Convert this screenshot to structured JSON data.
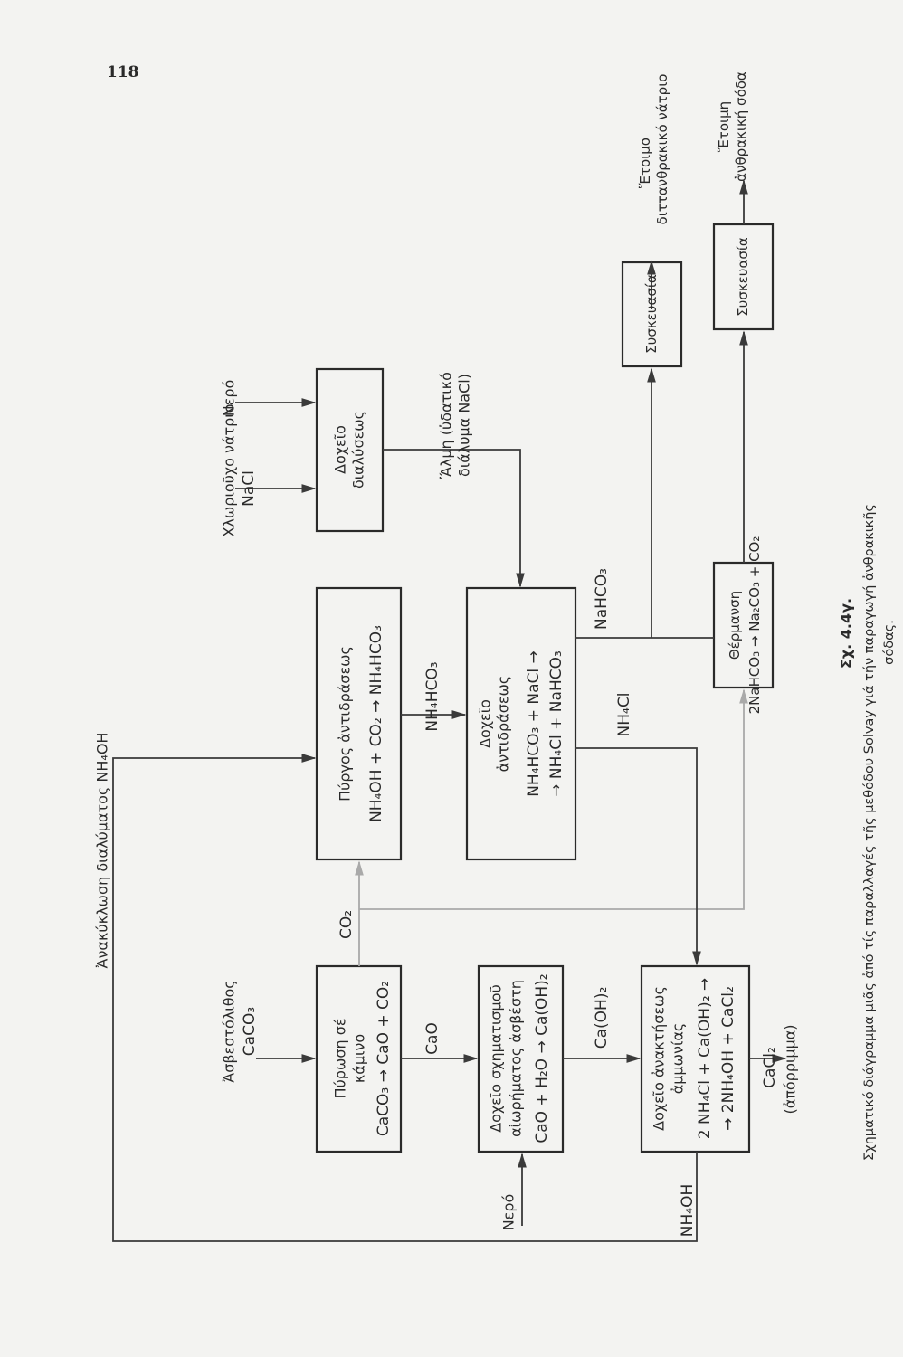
{
  "page_number": "118",
  "diagram": {
    "recycle_label": "Ἀνακύκλωση διαλύματος NH₄OH",
    "limestone_label": "Ἀσβεστόλιθος",
    "limestone_formula": "CaCO₃",
    "co2_label": "CO₂",
    "cao_label": "CaO",
    "water_label_1": "Νερό",
    "caoh2_label": "Ca(OH)₂",
    "nh4oh_label": "NH₄OH",
    "cacl2_label": "CaCl₂",
    "waste_label": "(ἀπόρριμμα)",
    "salt_label": "Χλωριοῦχο νάτριο",
    "salt_formula": "NaCl",
    "water_label_2": "Νερό",
    "brine_line1": "Ἅλμη (ὑδατικό",
    "brine_line2": "διάλυμα NaCl)",
    "nh4hco3_label": "NH₄HCO₃",
    "nahco3_label": "NaHCO₃",
    "nh4cl_label": "NH₄Cl",
    "ready_bicarb_line1": "Ἕτοιμο",
    "ready_bicarb_line2": "διττανθρακικό νάτριο",
    "ready_soda_line1": "Ἕτοιμη",
    "ready_soda_line2": "ἀνθρακική σόδα",
    "boxes": {
      "kiln": {
        "line1": "Πύρωση σέ",
        "line2": "κάμινο",
        "eq": "CaCO₃ → CaO + CO₂"
      },
      "slaker": {
        "line1": "Δοχεῖο σχηματισμοῦ",
        "line2": "αἰωρήματος ἀσβέστη",
        "eq": "CaO + H₂O → Ca(OH)₂"
      },
      "recovery": {
        "line1": "Δοχεῖο ἀνακτήσεως",
        "line2": "ἀμμωνίας",
        "eq1": "2 NH₄Cl + Ca(OH)₂ →",
        "eq2": "→ 2NH₄OH + CaCl₂"
      },
      "dissolver": {
        "line1": "Δοχεῖο",
        "line2": "διαλύσεως"
      },
      "tower": {
        "line1": "Πύργος ἀντιδράσεως",
        "eq": "NH₄OH + CO₂ → NH₄HCO₃"
      },
      "reactor": {
        "line1": "Δοχεῖο",
        "line2": "ἀντιδράσεως",
        "eq1": "NH₄HCO₃ + NaCl →",
        "eq2": "→ NH₄Cl + NaHCO₃"
      },
      "packaging1": {
        "line1": "Συσκευασία"
      },
      "heating": {
        "line1": "Θέρμανση",
        "eq": "2NaHCO₃ → Na₂CO₃ + CO₂"
      },
      "packaging2": {
        "line1": "Συσκευασία"
      }
    }
  },
  "caption": {
    "number": "Σχ. 4.4γ.",
    "line1": "Σχηματικό διάγραμμα μιᾶς ἀπό τίς παραλλαγές τῆς μεθόδου Solvay γιά τήν παραγωγή ἀνθρακικῆς",
    "line2": "σόδας."
  }
}
